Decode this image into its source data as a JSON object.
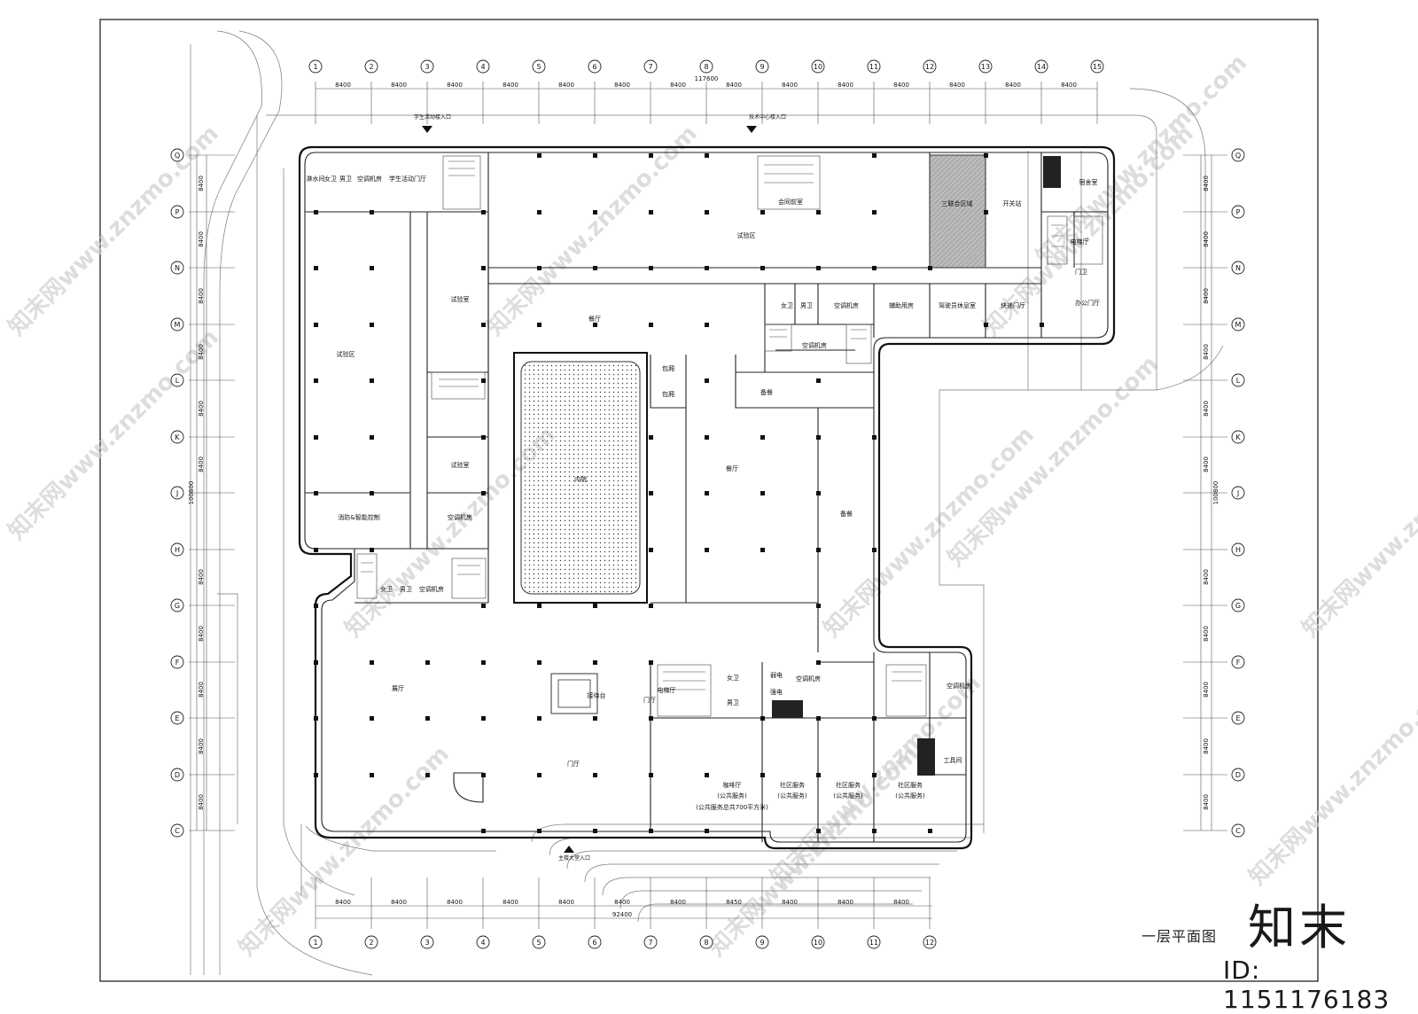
{
  "drawing": {
    "title": "一层平面图",
    "brand": "知末",
    "id_label": "ID: 1151176183",
    "watermark": "知末网www.znzmo.com"
  },
  "axes": {
    "top_labels": [
      "1",
      "2",
      "3",
      "4",
      "5",
      "6",
      "7",
      "8",
      "9",
      "10",
      "11",
      "12",
      "13",
      "14",
      "15"
    ],
    "bottom_labels": [
      "1",
      "2",
      "3",
      "4",
      "5",
      "6",
      "7",
      "8",
      "9",
      "10",
      "11",
      "12"
    ],
    "side_labels": [
      "Q",
      "P",
      "N",
      "M",
      "L",
      "K",
      "J",
      "H",
      "G",
      "F",
      "E",
      "D",
      "C"
    ]
  },
  "dimensions": {
    "top_spans": [
      "8400",
      "8400",
      "8400",
      "8400",
      "8400",
      "8400",
      "8400",
      "8400",
      "8400",
      "8400",
      "8400",
      "8400",
      "8400",
      "8400"
    ],
    "top_total": "117600",
    "bottom_spans": [
      "8400",
      "8400",
      "8400",
      "8400",
      "8400",
      "8400",
      "8400",
      "8450",
      "8400",
      "8400",
      "8400"
    ],
    "bottom_total": "92400",
    "side_span": "8400",
    "side_total": "100800"
  },
  "entrances": {
    "north_left": "学生活动楼入口",
    "north_mid": "技术中心楼入口",
    "south": "主楼大堂入口"
  },
  "rooms": {
    "ws_room": "淋水间",
    "women_wc": "女卫",
    "men_wc": "男卫",
    "ac_room": "空调机房",
    "activity_lobby": "学生活动门厅",
    "test_area": "试验区",
    "lab": "试验室",
    "fire_control": "消防&智能控制",
    "restaurant": "餐厅",
    "private_room": "包厢",
    "atrium": "内院",
    "standby": "备餐",
    "meeting": "会同前室",
    "three_comp": "三联合区域",
    "switch_station": "开关站",
    "dorm": "宿舍室",
    "elevator_hall": "电梯厅",
    "guard": "门卫",
    "office_lobby": "办公门厅",
    "express_lobby": "快递门厅",
    "driver_rest": "驾驶员休息室",
    "aux_room": "辅助用房",
    "hall": "展厅",
    "reception": "接待台",
    "lobby": "门厅",
    "cafe": "咖啡厅",
    "public_service": "(公共服务)",
    "public_area": "(公共服务总共700平方米)",
    "community": "社区服务",
    "tool_room": "工具间",
    "weak_elec": "弱电",
    "strong_elec": "强电"
  }
}
